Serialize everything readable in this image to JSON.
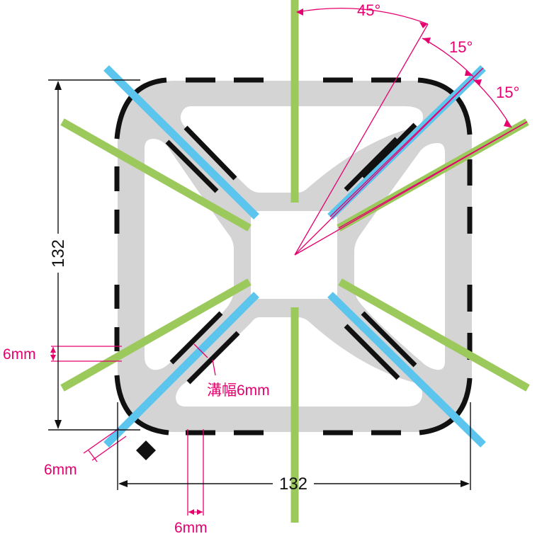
{
  "colors": {
    "plate": "#d4d4d4",
    "cutout": "#ffffff",
    "slot": "#111111",
    "blue_line": "#5bc5ee",
    "green_line": "#9cc95c",
    "annotation": "#e6006f",
    "dimension": "#111111",
    "marker": "#111111"
  },
  "labels": {
    "angle_45": "45°",
    "angle_15_a": "15°",
    "angle_15_b": "15°",
    "height_132": "132",
    "width_132": "132",
    "mm_6_left": "6mm",
    "groove_width": "溝幅6mm",
    "mm_6_diag": "6mm",
    "mm_6_bottom": "6mm"
  },
  "icons": {
    "orientation_marker": "diamond"
  }
}
